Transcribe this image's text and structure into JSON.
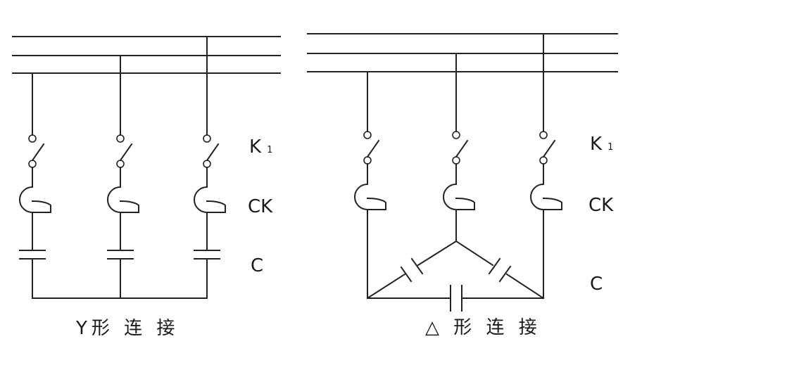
{
  "diagrams": [
    {
      "title": "Y形 连 接",
      "labels": {
        "switch": "K",
        "switch_sub": "1",
        "reactor": "CK",
        "capacitor": "C"
      }
    },
    {
      "title": "△ 形 连 接",
      "labels": {
        "switch": "K",
        "switch_sub": "1",
        "reactor": "CK",
        "capacitor": "C"
      }
    }
  ]
}
